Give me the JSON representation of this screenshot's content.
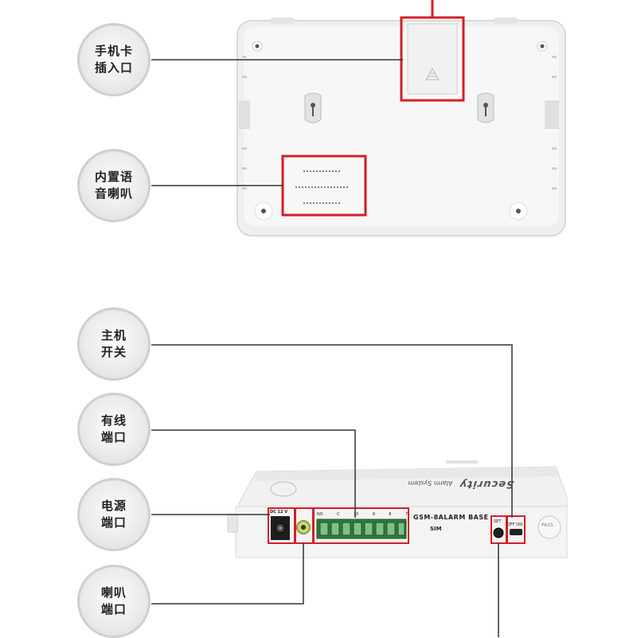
{
  "callouts": [
    {
      "line1": "手机卡",
      "line2": "插入口"
    },
    {
      "line1": "内置语",
      "line2": "音喇叭"
    },
    {
      "line1": "主机",
      "line2": "开关"
    },
    {
      "line1": "有线",
      "line2": "端口"
    },
    {
      "line1": "电源",
      "line2": "端口"
    },
    {
      "line1": "喇叭",
      "line2": "端口"
    }
  ],
  "device": {
    "brand": "Security",
    "subtitle": "Alarm System",
    "model": "GSM-8ALARM BASE",
    "sim_label": "SIM",
    "dc_label": "DC 12 V",
    "set_label": "SET",
    "off_on_label": "OFF ON",
    "pass_label": "PASS",
    "terminal_labels": [
      "NO",
      "C",
      "10",
      "9",
      "8",
      "7"
    ]
  },
  "colors": {
    "highlight": "#d31f26",
    "leader": "#333333"
  }
}
